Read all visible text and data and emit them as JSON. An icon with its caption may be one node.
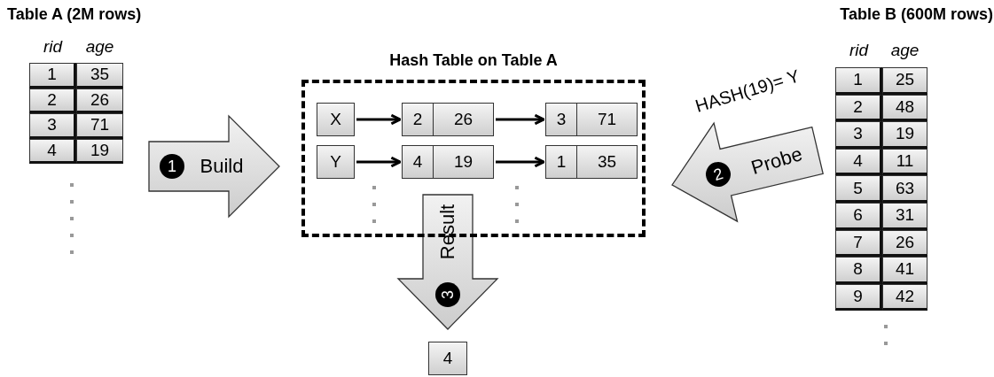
{
  "diagram": {
    "nodes": [
      {
        "text": [
          "Table A (2M rows)"
        ]
      },
      {
        "text": [
          "Hash Table on Table A"
        ]
      },
      {
        "text": [
          "X"
        ],
        "in": 1
      },
      {
        "text": [
          "2",
          "26"
        ],
        "in": 1
      },
      {
        "text": [
          "3",
          "71"
        ],
        "in": 1
      },
      {
        "text": [
          "Y"
        ],
        "in": 1
      },
      {
        "text": [
          "4",
          "19"
        ],
        "in": 1
      },
      {
        "text": [
          "1",
          "35"
        ],
        "in": 1
      },
      {
        "text": [
          "Table B (600M rows)"
        ]
      },
      {
        "text": [
          "4"
        ]
      }
    ],
    "edges": [
      {
        "from": 0,
        "to": 1,
        "arrow": "to",
        "label": "Build",
        "style": "thick"
      },
      {
        "from": 2,
        "to": 3,
        "arrow": "to"
      },
      {
        "from": 3,
        "to": 4,
        "arrow": "to"
      },
      {
        "from": 5,
        "to": 6,
        "arrow": "to"
      },
      {
        "from": 6,
        "to": 7,
        "arrow": "to"
      },
      {
        "from": 8,
        "to": 1,
        "arrow": "to",
        "label": "Probe",
        "style": "thick"
      },
      {
        "from": 1,
        "to": 9,
        "arrow": "to",
        "label": "Result",
        "style": "thick"
      }
    ],
    "labels": [
      "rid",
      "age",
      "1",
      "35",
      "2",
      "26",
      "3",
      "71",
      "4",
      "19",
      "1",
      "HASH(19)= Y",
      "2",
      "3",
      "rid",
      "age",
      "1",
      "25",
      "2",
      "48",
      "3",
      "19",
      "4",
      "11",
      "5",
      "63",
      "6",
      "31",
      "7",
      "26",
      "8",
      "41",
      "9",
      "42"
    ]
  }
}
